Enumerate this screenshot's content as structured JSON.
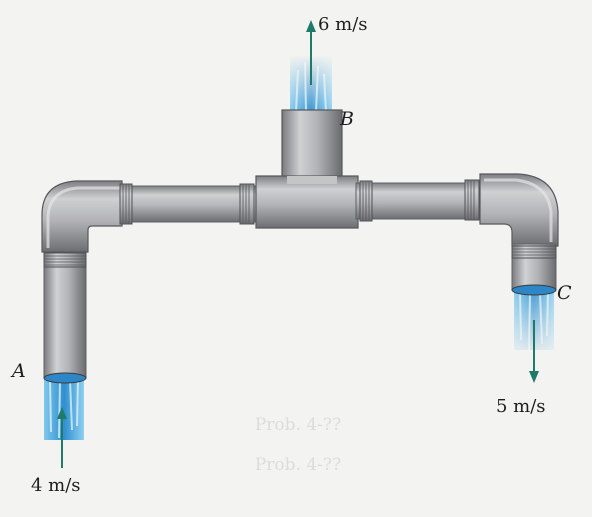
{
  "figure": {
    "points": {
      "a": "A",
      "b": "B",
      "c": "C"
    },
    "velocities": {
      "a": "4 m/s",
      "b": "6 m/s",
      "c": "5 m/s"
    },
    "caption_faint": [
      "Prob. 4-??",
      "Prob. 4-??"
    ]
  },
  "colors": {
    "background": "#f3f3f1",
    "pipe_light": "#cfd0d2",
    "pipe_mid": "#a9aaad",
    "pipe_dark": "#6f7074",
    "water": "#4aa6d8",
    "water_light": "#a9dcf3",
    "arrow": "#1f7a6a"
  }
}
